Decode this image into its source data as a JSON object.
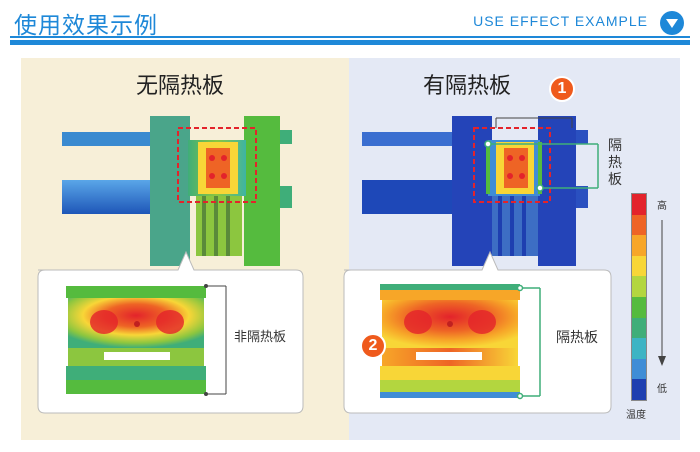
{
  "header": {
    "title": "使用效果示例",
    "subtitle": "USE EFFECT EXAMPLE"
  },
  "left_panel": {
    "heading": "无隔热板",
    "label": "非隔热板"
  },
  "right_panel": {
    "heading": "有隔热板",
    "label_top": "隔热板",
    "label_bottom": "隔热板",
    "badge_1": "1",
    "badge_2": "2"
  },
  "legend": {
    "high": "高",
    "low": "低",
    "caption": "温度",
    "colors": [
      "#e3232b",
      "#ee6425",
      "#f7a628",
      "#f8d637",
      "#b3d63f",
      "#55bb3e",
      "#3fae79",
      "#3db4c4",
      "#3f8dd6",
      "#1e3fb0"
    ]
  },
  "colors": {
    "accent": "#1e88d8",
    "badge": "#ef5a1c"
  }
}
